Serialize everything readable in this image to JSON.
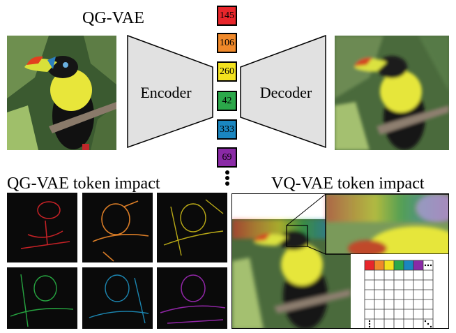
{
  "top_title": "QG-VAE",
  "encoder_label": "Encoder",
  "decoder_label": "Decoder",
  "tokens": [
    {
      "value": "145",
      "color": "#e8262b"
    },
    {
      "value": "106",
      "color": "#f0892a"
    },
    {
      "value": "260",
      "color": "#f3e21e"
    },
    {
      "value": "42",
      "color": "#2ba84a"
    },
    {
      "value": "333",
      "color": "#1a86c0"
    },
    {
      "value": "69",
      "color": "#8a2aa6"
    }
  ],
  "qg_impact_title": "QG-VAE token impact",
  "vq_impact_title": "VQ-VAE token impact",
  "impact_colors": [
    "#e8262b",
    "#f0892a",
    "#e6d21a",
    "#2bbf4a",
    "#1f9ccf",
    "#a02ab8"
  ]
}
